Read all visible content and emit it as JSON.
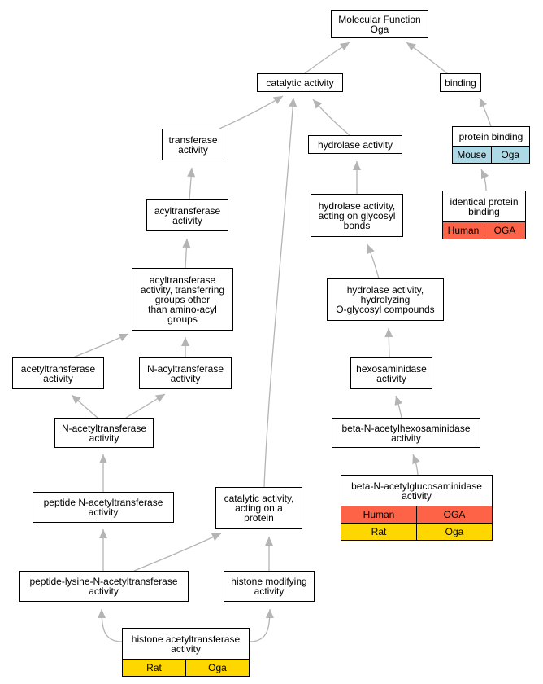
{
  "colors": {
    "edge": "#b4b4b4",
    "mouse": "#add8e6",
    "human": "#ff6347",
    "rat": "#ffd700"
  },
  "nodes": {
    "root": {
      "label": "Molecular Function\nOga"
    },
    "catalytic": {
      "label": "catalytic activity"
    },
    "binding": {
      "label": "binding"
    },
    "transferase": {
      "label": "transferase\nactivity"
    },
    "hydrolase": {
      "label": "hydrolase activity"
    },
    "protein_binding": {
      "label": "protein binding",
      "annotations": [
        [
          "Mouse",
          "Oga"
        ]
      ],
      "colors": [
        "mouse"
      ]
    },
    "identical_protein_binding": {
      "label": "identical protein\nbinding",
      "annotations": [
        [
          "Human",
          "OGA"
        ]
      ],
      "colors": [
        "human"
      ]
    },
    "acyltransferase": {
      "label": "acyltransferase\nactivity"
    },
    "hydrolase_glycosyl": {
      "label": "hydrolase activity,\nacting on glycosyl\nbonds"
    },
    "acyltransferase_other": {
      "label": "acyltransferase\nactivity, transferring\ngroups other\nthan amino-acyl\ngroups"
    },
    "hydrolase_oglycosyl": {
      "label": "hydrolase activity,\nhydrolyzing\nO-glycosyl compounds"
    },
    "acetyltransferase": {
      "label": "acetyltransferase\nactivity"
    },
    "n_acyltransferase": {
      "label": "N-acyltransferase\nactivity"
    },
    "hexosaminidase": {
      "label": "hexosaminidase\nactivity"
    },
    "n_acetyltransferase": {
      "label": "N-acetyltransferase\nactivity"
    },
    "beta_hexosaminidase": {
      "label": "beta-N-acetylhexosaminidase\nactivity"
    },
    "beta_glucosaminidase": {
      "label": "beta-N-acetylglucosaminidase\nactivity",
      "annotations": [
        [
          "Human",
          "OGA"
        ],
        [
          "Rat",
          "Oga"
        ]
      ],
      "colors": [
        "human",
        "rat"
      ]
    },
    "peptide_n_acetyl": {
      "label": "peptide N-acetyltransferase\nactivity"
    },
    "catalytic_protein": {
      "label": "catalytic activity,\nacting on a\nprotein"
    },
    "peptide_lysine": {
      "label": "peptide-lysine-N-acetyltransferase\nactivity"
    },
    "histone_modifying": {
      "label": "histone modifying\nactivity"
    },
    "histone_acetyl": {
      "label": "histone acetyltransferase\nactivity",
      "annotations": [
        [
          "Rat",
          "Oga"
        ]
      ],
      "colors": [
        "rat"
      ]
    }
  }
}
